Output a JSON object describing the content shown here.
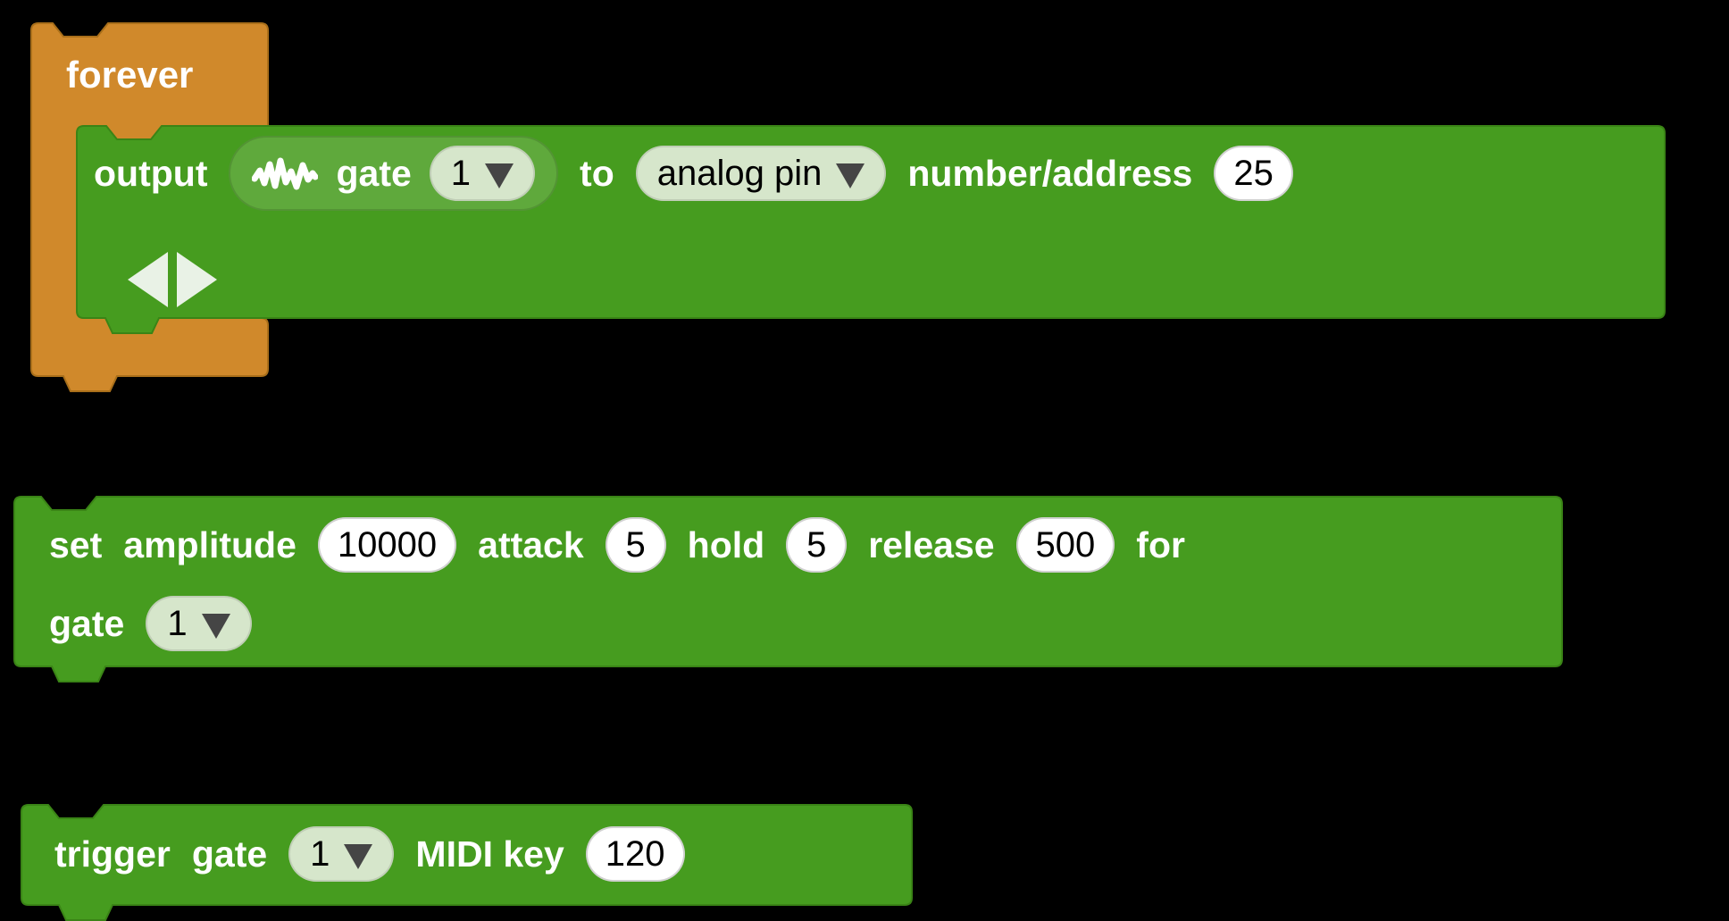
{
  "colors": {
    "canvas_bg": "#000000",
    "control_fill": "#d0892b",
    "control_stroke": "#a96f1a",
    "block_fill": "#469c1f",
    "block_stroke": "#3a8416",
    "reporter_fill": "#5fa93c",
    "dropdown_fill": "#d6e6cb",
    "input_fill": "#ffffff",
    "arrow_glyph": "#454545",
    "variadic_arrow": "#e9f2e6",
    "label_text": "#ffffff",
    "value_text": "#000000"
  },
  "scripts": {
    "forever": {
      "label": "forever"
    },
    "output_block": {
      "label_output": "output",
      "reporter": {
        "icon": "waveform-icon",
        "label_gate": "gate",
        "gate_dropdown_value": "1"
      },
      "label_to": "to",
      "target_dropdown_value": "analog pin",
      "label_number_address": "number/address",
      "address_value": "25"
    },
    "set_envelope_block": {
      "label_set": "set",
      "label_amplitude": "amplitude",
      "amplitude_value": "10000",
      "label_attack": "attack",
      "attack_value": "5",
      "label_hold": "hold",
      "hold_value": "5",
      "label_release": "release",
      "release_value": "500",
      "label_for": "for",
      "label_gate": "gate",
      "gate_dropdown_value": "1"
    },
    "trigger_block": {
      "label_trigger": "trigger",
      "label_gate": "gate",
      "gate_dropdown_value": "1",
      "label_midi_key": "MIDI key",
      "key_value": "120"
    }
  }
}
